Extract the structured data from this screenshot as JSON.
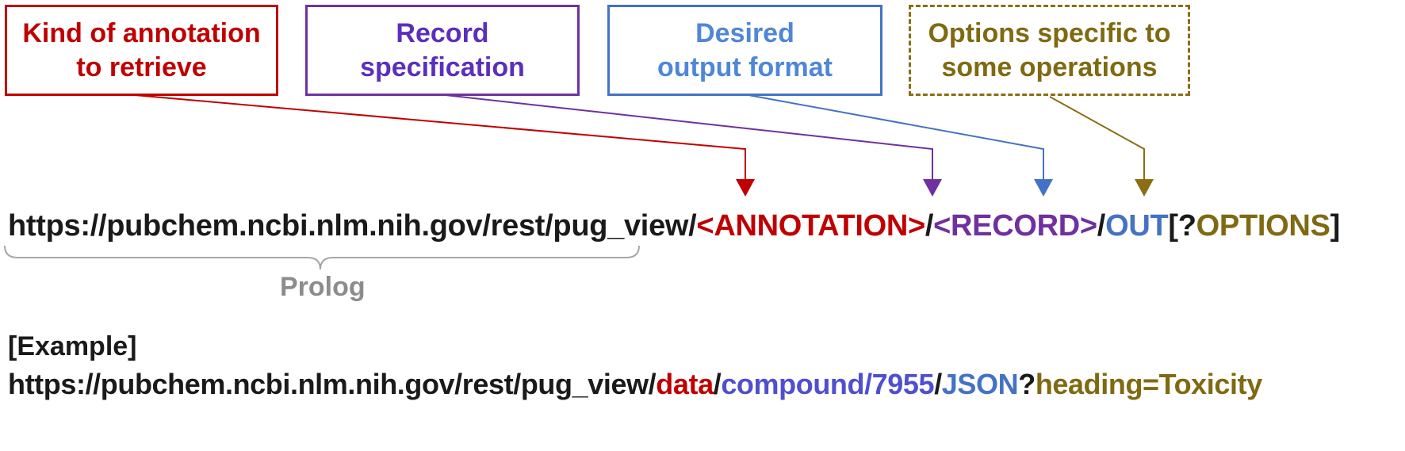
{
  "boxes": {
    "annotation": "Kind of annotation\nto retrieve",
    "record": "Record\nspecification",
    "output": "Desired\noutput format",
    "options": "Options specific to\nsome operations"
  },
  "url": {
    "prefix": "https://pubchem.ncbi.nlm.nih.gov/rest/pug_view/",
    "annotation": "<ANNOTATION>",
    "sep1": "/",
    "record": "<RECORD>",
    "sep2": "/",
    "out": "OUT",
    "bracket_open": "[?",
    "options": "OPTIONS",
    "bracket_close": "]"
  },
  "prolog_label": "Prolog",
  "example": {
    "label": "[Example]",
    "prefix": "https://pubchem.ncbi.nlm.nih.gov/rest/pug_view/",
    "data": "data",
    "sep1": "/",
    "compound": "compound/7955",
    "sep2": "/",
    "json": "JSON",
    "q": "?",
    "heading": "heading=Toxicity"
  },
  "colors": {
    "annotation": "#c00000",
    "record": "#7030a0",
    "output": "#4472c4",
    "options": "#7f6a12",
    "prolog": "#8c8c8c"
  }
}
